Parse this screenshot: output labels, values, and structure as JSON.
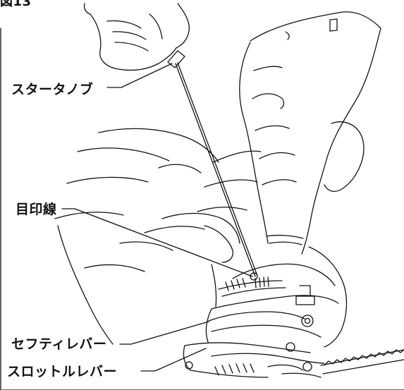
{
  "figure_number": "図13",
  "labels": {
    "starter_knob": "スタータノブ",
    "marking_line": "目印線",
    "safety_lever": "セフティレバー",
    "throttle_lever": "スロットルレバー"
  },
  "colors": {
    "line": "#111111",
    "background": "#ffffff"
  }
}
